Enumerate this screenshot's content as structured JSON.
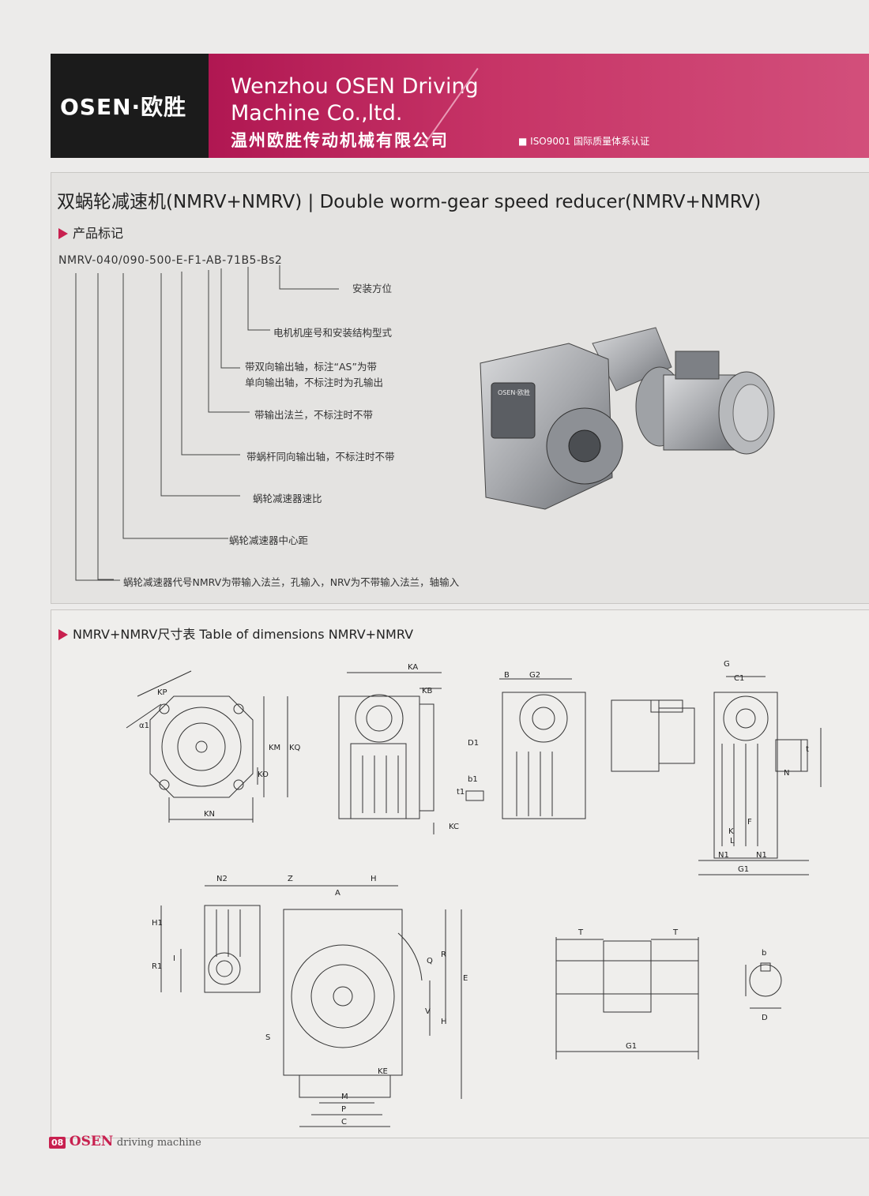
{
  "header": {
    "logo": "OSEN·欧胜",
    "company_en_line1": "Wenzhou OSEN Driving",
    "company_en_line2": "Machine Co.,ltd.",
    "company_cn": "温州欧胜传动机械有限公司",
    "iso": "■ ISO9001 国际质量体系认证"
  },
  "section1": {
    "title": "双蜗轮减速机(NMRV+NMRV) | Double worm-gear speed reducer(NMRV+NMRV)",
    "subtitle": "产品标记",
    "code": "NMRV-040/090-500-E-F1-AB-71B5-Bs2",
    "callouts": [
      "安装方位",
      "电机机座号和安装结构型式",
      "带双向输出轴，标注“AS”为带",
      "单向输出轴，不标注时为孔输出",
      "带输出法兰，不标注时不带",
      "带蜗杆同向输出轴，不标注时不带",
      "蜗轮减速器速比",
      "蜗轮减速器中心距",
      "蜗轮减速器代号NMRV为带输入法兰，孔输入，NRV为不带输入法兰，轴输入"
    ],
    "photo_badge": "OSEN·欧胜"
  },
  "section2": {
    "title": "NMRV+NMRV尺寸表  Table of dimensions NMRV+NMRV",
    "dims": {
      "kp": "KP",
      "a1": "α1",
      "km": "KM",
      "kq": "KQ",
      "ko": "KO",
      "kn": "KN",
      "ka": "KA",
      "kb": "KB",
      "kc": "KC",
      "b": "B",
      "g2": "G2",
      "d1": "D1",
      "b1": "b1",
      "t1": "t1",
      "g": "G",
      "c1": "C1",
      "t": "t",
      "n": "N",
      "f": "F",
      "k": "K",
      "l": "L",
      "n1": "N1",
      "g1": "G1",
      "n2": "N2",
      "z": "Z",
      "h": "H",
      "a": "A",
      "h1": "H1",
      "r1": "R1",
      "i": "I",
      "q": "Q",
      "r": "R",
      "e": "E",
      "v": "V",
      "s": "S",
      "ke": "KE",
      "m": "M",
      "p": "P",
      "c": "C",
      "tt": "T",
      "bb": "b",
      "dd": "D"
    }
  },
  "footer": {
    "page": "08",
    "brand": "OSEN",
    "tagline": "driving machine"
  }
}
